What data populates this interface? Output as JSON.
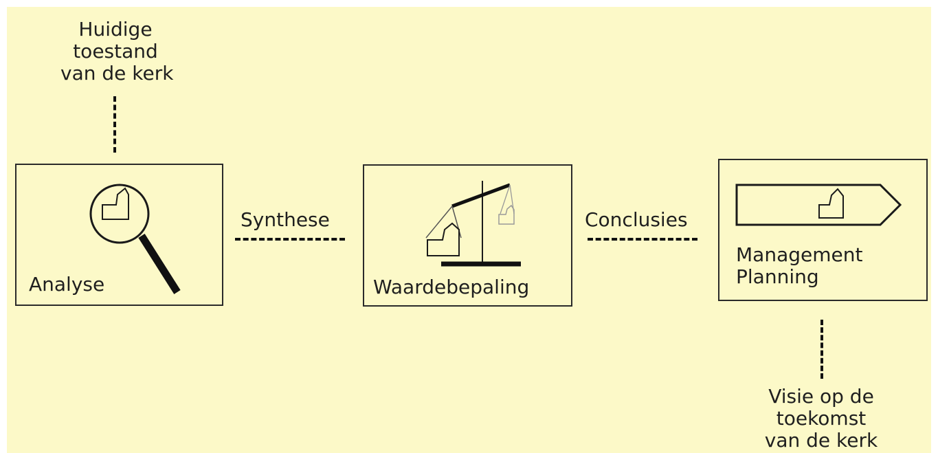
{
  "top_note": {
    "line1": "Huidige",
    "line2": "toestand",
    "line3": "van de kerk"
  },
  "bottom_note": {
    "line1": "Visie op de",
    "line2": "toekomst",
    "line3": "van de kerk"
  },
  "stages": {
    "analyse": "Analyse",
    "waardebepaling": "Waardebepaling",
    "management_line1": "Management",
    "management_line2": "Planning"
  },
  "connectors": {
    "synthese": "Synthese",
    "conclusies": "Conclusies"
  },
  "icons": {
    "analyse": "magnifier-church-icon",
    "waardebepaling": "balance-scale-icon",
    "management": "arrow-signpost-church-icon"
  },
  "colors": {
    "background": "#fcf9c8",
    "line": "#111111"
  }
}
